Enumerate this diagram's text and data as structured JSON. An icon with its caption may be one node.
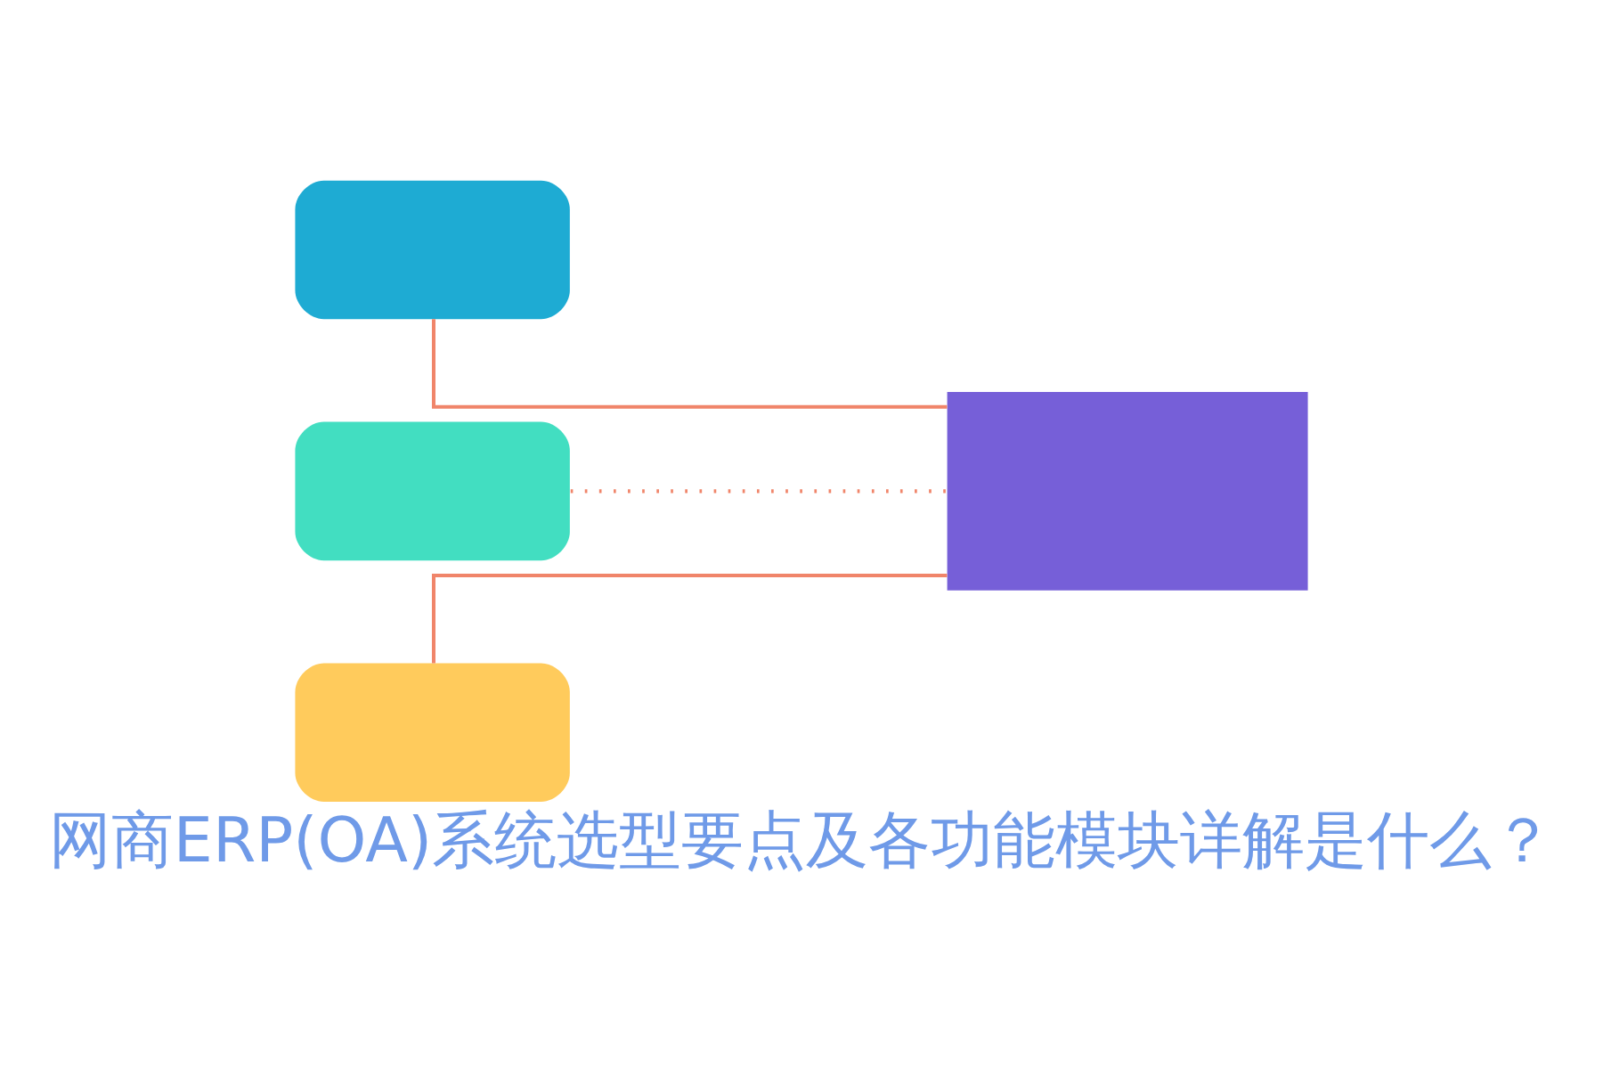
{
  "diagram": {
    "title": "网商ERP(OA)系统选型要点及各功能模块详解是什么？",
    "nodes": [
      {
        "text": [],
        "shape": "box"
      },
      {
        "text": [],
        "shape": "box"
      },
      {
        "text": [],
        "shape": "box"
      },
      {
        "text": [],
        "shape": "box"
      }
    ],
    "edges": [
      {
        "from": 0,
        "to": 3,
        "arrow": "none"
      },
      {
        "from": 1,
        "to": 3,
        "arrow": "none",
        "style": "dashed"
      },
      {
        "from": 2,
        "to": 3,
        "arrow": "none"
      }
    ]
  }
}
